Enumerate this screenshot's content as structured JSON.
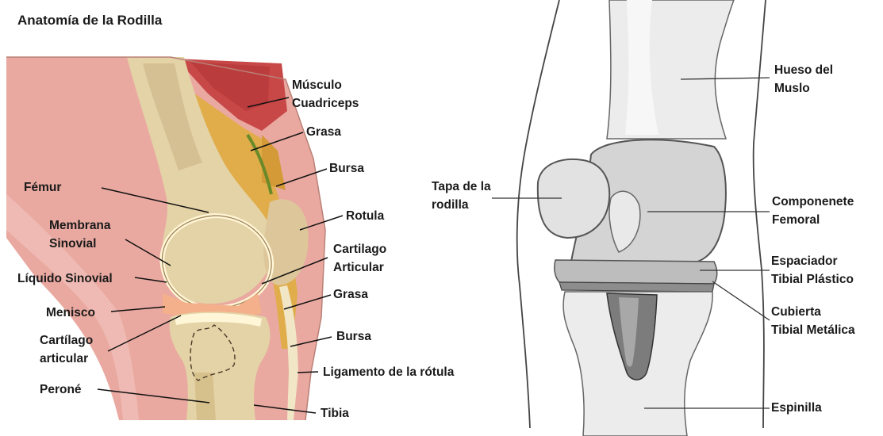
{
  "title": "Anatomía de la Rodilla",
  "left_labels": {
    "musculo_cuadriceps": [
      "Músculo",
      "Cuadriceps"
    ],
    "grasa_top": "Grasa",
    "bursa_top": "Bursa",
    "femur": "Fémur",
    "rotula": "Rotula",
    "membrana_sinovial": [
      "Membrana",
      "Sinovial"
    ],
    "cartilago_articular_right": [
      "Cartilago",
      "Articular"
    ],
    "liquido_sinovial": "Líquido Sinovial",
    "grasa_bottom": "Grasa",
    "menisco": "Menisco",
    "bursa_bottom": "Bursa",
    "cartilago_articular_left": [
      "Cartílago",
      "articular"
    ],
    "ligamento_rotula": "Ligamento de la rótula",
    "perone": "Peroné",
    "tibia": "Tibia"
  },
  "right_labels": {
    "hueso_muslo": [
      "Hueso del",
      "Muslo"
    ],
    "tapa_rodilla": [
      "Tapa de la",
      "rodilla"
    ],
    "componente_femoral": [
      "Componenete",
      "Femoral"
    ],
    "espaciador": [
      "Espaciador",
      "Tibial Plástico"
    ],
    "cubierta": [
      "Cubierta",
      "Tibial Metálica"
    ],
    "espinilla": "Espinilla"
  }
}
